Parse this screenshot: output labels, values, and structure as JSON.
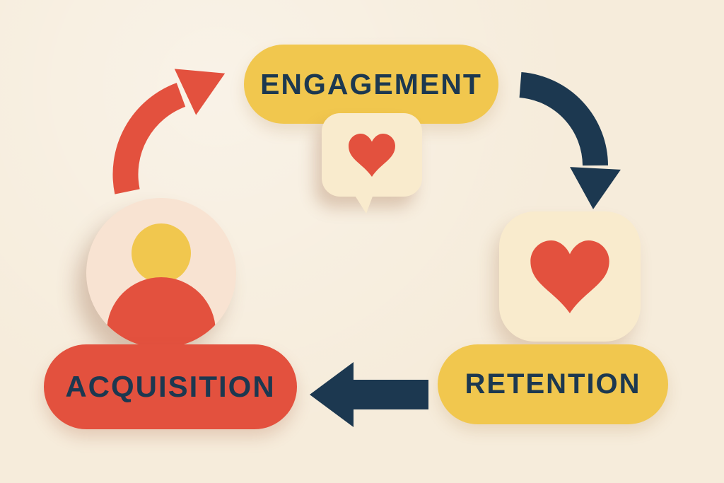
{
  "diagram": {
    "nodes": [
      {
        "id": "engagement",
        "label": "ENGAGEMENT",
        "shape": "pill",
        "fill": "#f1c74e",
        "text_color": "#1c3850"
      },
      {
        "id": "retention",
        "label": "RETENTION",
        "shape": "pill",
        "fill": "#f1c74e",
        "text_color": "#1c3850"
      },
      {
        "id": "acquisition",
        "label": "ACQUISITION",
        "shape": "pill",
        "fill": "#e3513e",
        "text_color": "#1c3850"
      }
    ],
    "edges": [
      {
        "from": "acquisition",
        "to": "engagement",
        "style": "curved",
        "color": "#e3513e"
      },
      {
        "from": "engagement",
        "to": "retention",
        "style": "curved",
        "color": "#1c3850"
      },
      {
        "from": "retention",
        "to": "acquisition",
        "style": "straight",
        "color": "#1c3850"
      }
    ],
    "decorations": [
      {
        "id": "like-bubble",
        "icon": "heart-in-speech-bubble-icon",
        "fill": "#f9ebcd",
        "heart_color": "#e3513e"
      },
      {
        "id": "heart-card",
        "icon": "heart-icon",
        "fill": "#f9ebcd",
        "heart_color": "#e3513e"
      },
      {
        "id": "user-avatar",
        "icon": "person-icon",
        "fill": "#f8e3d2",
        "head_color": "#f1c74e",
        "body_color": "#e3513e"
      }
    ]
  },
  "colors": {
    "bg": "#f6ecdb",
    "yellow": "#f1c74e",
    "red": "#e3513e",
    "navy": "#1c3850",
    "cream": "#f9ebcd",
    "cream-pink": "#f8e3d2"
  }
}
